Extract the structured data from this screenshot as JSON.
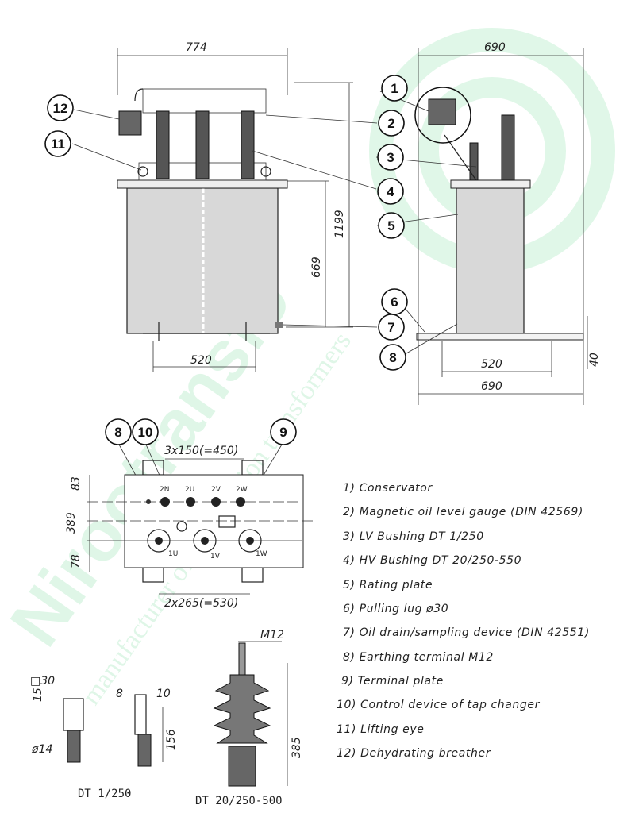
{
  "watermark": {
    "brand": "Nirootransfo",
    "tagline": "manufacturer of distribution transformers",
    "color": "#22c55e"
  },
  "front_view": {
    "dim_width": "774",
    "dim_height_total": "1199",
    "dim_height_tank": "669",
    "dim_wheel": "520"
  },
  "side_view": {
    "dim_width_top": "690",
    "dim_wheel": "520",
    "dim_base": "690",
    "dim_base_height": "40"
  },
  "top_view": {
    "dim_lv_spacing": "3x150(=450)",
    "dim_hv_spacing": "2x265(=530)",
    "dim_top": "83",
    "dim_mid": "389",
    "dim_bottom": "78",
    "lv_terminals": [
      "2N",
      "2U",
      "2V",
      "2W"
    ],
    "hv_terminals": [
      "1U",
      "1V",
      "1W"
    ]
  },
  "callouts": [
    "1",
    "2",
    "3",
    "4",
    "5",
    "6",
    "7",
    "8",
    "9",
    "10",
    "11",
    "12"
  ],
  "legend": [
    "1)  Conservator",
    "2)  Magnetic  oil  level  gauge  (DIN  42569)",
    "3)  LV  Bushing  DT  1/250",
    "4)  HV  Bushing  DT  20/250-550",
    "5)  Rating  plate",
    "6)  Pulling  lug  ø30",
    "7)  Oil  drain/sampling  device  (DIN  42551)",
    "8)  Earthing  terminal  M12",
    "9)  Terminal  plate",
    "10)  Control  device  of  tap  changer",
    "11)  Lifting  eye",
    "12)  Dehydrating  breather"
  ],
  "lv_bushing": {
    "title": "DT 1/250",
    "dim_square": "□30",
    "dim_15": "15",
    "dim_dia": "ø14",
    "dim_8": "8",
    "dim_10": "10",
    "dim_156": "156"
  },
  "hv_bushing": {
    "title": "DT 20/250-500",
    "dim_thread": "M12",
    "dim_385": "385"
  }
}
